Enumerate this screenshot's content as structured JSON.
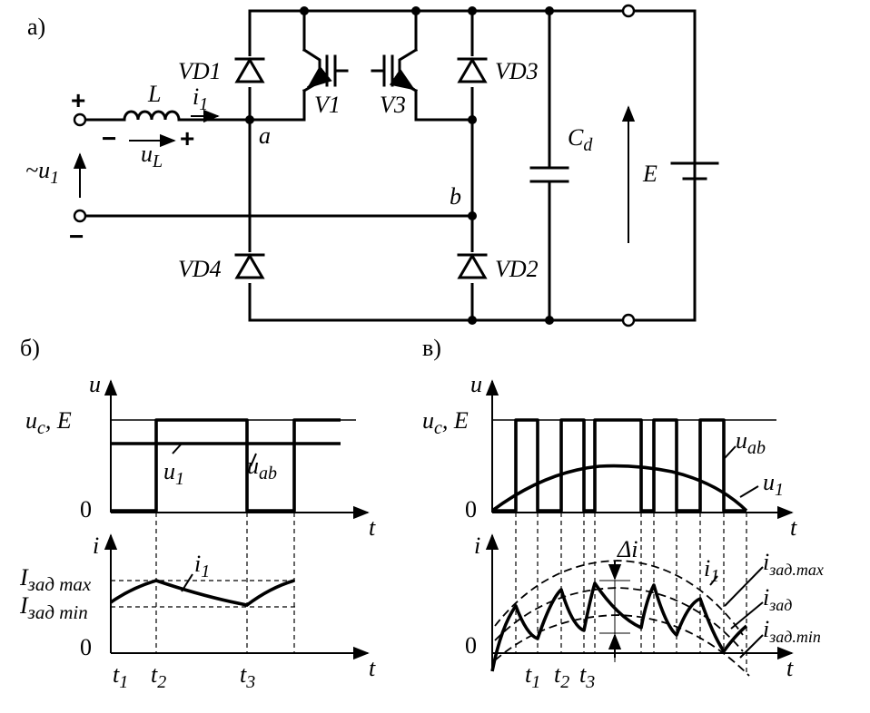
{
  "panels": {
    "a": "а)",
    "b": "б)",
    "c": "в)"
  },
  "circuit": {
    "inductor": "L",
    "current": "i",
    "current_sub": "1",
    "uL": "u",
    "uL_sub": "L",
    "u1": "~u",
    "u1_sub": "1",
    "plus": "+",
    "minus": "−",
    "node_a": "a",
    "node_b": "b",
    "VD1": "VD",
    "VD1_n": "1",
    "VD2": "VD",
    "VD2_n": "2",
    "VD3": "VD",
    "VD3_n": "3",
    "VD4": "VD",
    "VD4_n": "4",
    "V1": "V",
    "V1_n": "1",
    "V3": "V",
    "V3_n": "3",
    "Cd": "C",
    "Cd_sub": "d",
    "E": "E"
  },
  "plot_b": {
    "u_axis": "u",
    "t_axis": "t",
    "uc": "u",
    "uc_sub": "c",
    "uc_E": ", E",
    "zero_u": "0",
    "u1": "u",
    "u1_sub": "1",
    "uab": "u",
    "uab_sub": "ab",
    "i_axis": "i",
    "t_axis2": "t",
    "Imax": "I",
    "Imax_sub": "зад max",
    "Imin": "I",
    "Imin_sub": "зад min",
    "zero_i": "0",
    "i1": "i",
    "i1_sub": "1",
    "t1": "t",
    "t1_sub": "1",
    "t2": "t",
    "t2_sub": "2",
    "t3": "t",
    "t3_sub": "3"
  },
  "plot_c": {
    "u_axis": "u",
    "t_axis": "t",
    "uc": "u",
    "uc_sub": "c",
    "uc_E": ", E",
    "zero_u": "0",
    "uab": "u",
    "uab_sub": "ab",
    "u1": "u",
    "u1_sub": "1",
    "i_axis": "i",
    "t_axis2": "t",
    "zero_i": "0",
    "delta_i": "Δi",
    "i1": "i",
    "i1_sub": "1",
    "imax": "i",
    "imax_sub": "зад.max",
    "izad": "i",
    "izad_sub": "зад",
    "imin": "i",
    "imin_sub": "зад.min",
    "t1": "t",
    "t1_sub": "1",
    "t2": "t",
    "t2_sub": "2",
    "t3": "t",
    "t3_sub": "3"
  }
}
